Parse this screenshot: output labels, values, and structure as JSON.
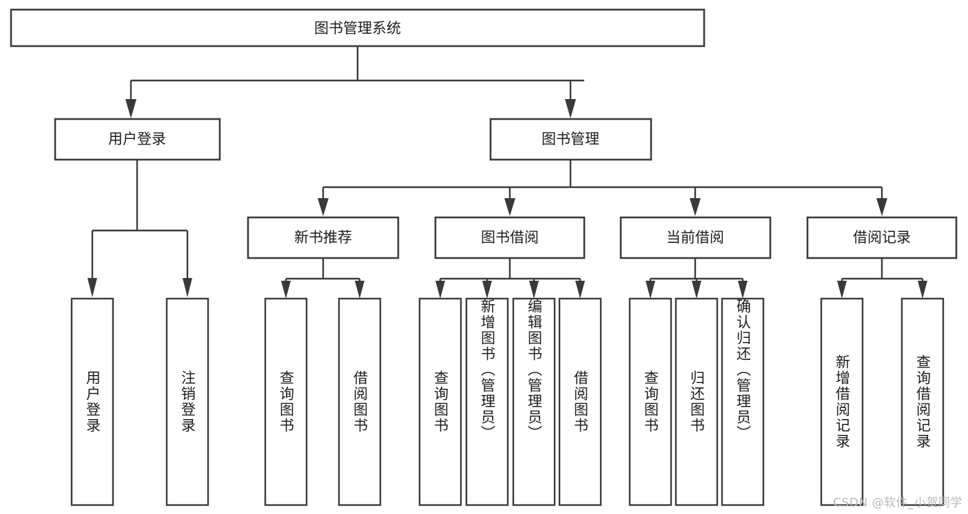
{
  "diagram": {
    "title": "图书管理系统",
    "type": "tree-hierarchy",
    "watermark": "CSDN @软件_小贺同学",
    "colors": {
      "stroke": "#3a3a3a",
      "fill": "#ffffff",
      "text": "#1c1c1c",
      "watermark": "#b9b9b9"
    },
    "root": {
      "label": "图书管理系统"
    },
    "level2": [
      {
        "label": "用户登录"
      },
      {
        "label": "图书管理"
      }
    ],
    "level3": [
      {
        "label": "新书推荐"
      },
      {
        "label": "图书借阅"
      },
      {
        "label": "当前借阅"
      },
      {
        "label": "借阅记录"
      }
    ],
    "leaves": {
      "user_login": [
        {
          "label": "用户登录"
        },
        {
          "label": "注销登录"
        }
      ],
      "new_book": [
        {
          "label": "查询图书"
        },
        {
          "label": "借阅图书"
        }
      ],
      "book_borrow": [
        {
          "label": "查询图书"
        },
        {
          "label": "新增图书（管理员）"
        },
        {
          "label": "编辑图书（管理员）"
        },
        {
          "label": "借阅图书"
        }
      ],
      "current_borrow": [
        {
          "label": "查询图书"
        },
        {
          "label": "归还图书"
        },
        {
          "label": "确认归还（管理员）"
        }
      ],
      "borrow_record": [
        {
          "label": "新增借阅记录"
        },
        {
          "label": "查询借阅记录"
        }
      ]
    }
  }
}
